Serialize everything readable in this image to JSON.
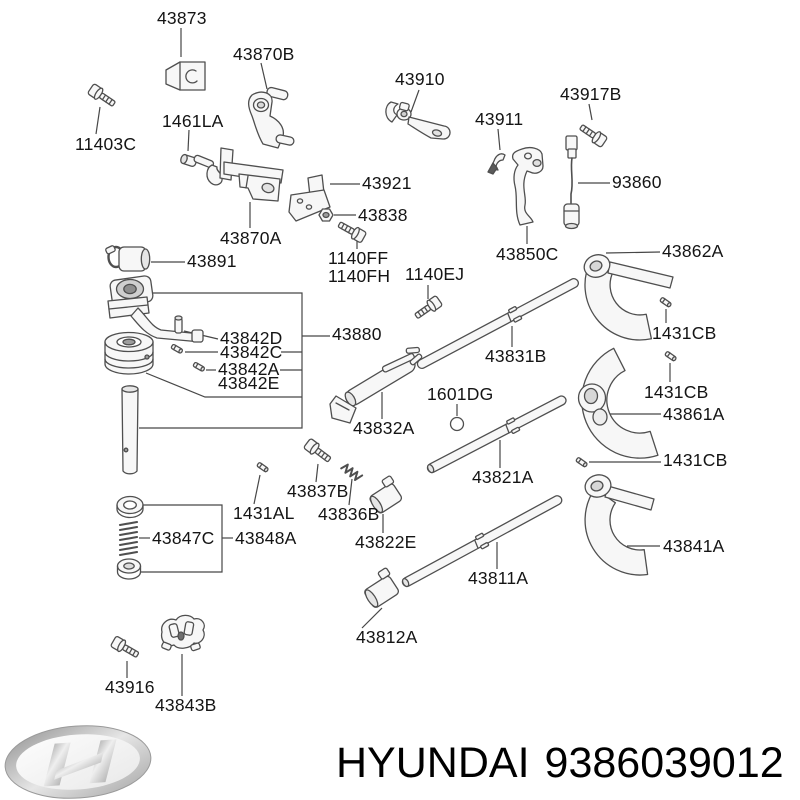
{
  "branding": {
    "brand": "HYUNDAI",
    "part_number": "9386039012",
    "logo": {
      "name": "hyundai-logo"
    }
  },
  "colors": {
    "background": "#ffffff",
    "line_art": "#4f4f4f",
    "label_text": "#141414",
    "logo_silver": "#b5b5b5"
  },
  "diagram": {
    "description": "Exploded parts diagram - gear shift control / shift forks and rails",
    "labels": {
      "l43873": "43873",
      "l43870B": "43870B",
      "l11403C": "11403C",
      "l1461LA": "1461LA",
      "l43910": "43910",
      "l43911": "43911",
      "l43917B": "43917B",
      "l93860": "93860",
      "l43921": "43921",
      "l43838": "43838",
      "l43870A": "43870A",
      "l1140FF": "1140FF",
      "l1140FH": "1140FH",
      "l1140EJ": "1140EJ",
      "l43850C": "43850C",
      "l43862A": "43862A",
      "l43891": "43891",
      "l1431CB_1": "1431CB",
      "l43880": "43880",
      "l43842D": "43842D",
      "l43842C": "43842C",
      "l43842A": "43842A",
      "l43842E": "43842E",
      "l43831B": "43831B",
      "l1431CB_2": "1431CB",
      "l43861A": "43861A",
      "l1601DG": "1601DG",
      "l43832A": "43832A",
      "l1431CB_3": "1431CB",
      "l43821A": "43821A",
      "l43837B": "43837B",
      "l1431AL": "1431AL",
      "l43836B": "43836B",
      "l43847C": "43847C",
      "l43848A": "43848A",
      "l43822E": "43822E",
      "l43841A": "43841A",
      "l43811A": "43811A",
      "l43812A": "43812A",
      "l43916": "43916",
      "l43843B": "43843B"
    }
  }
}
